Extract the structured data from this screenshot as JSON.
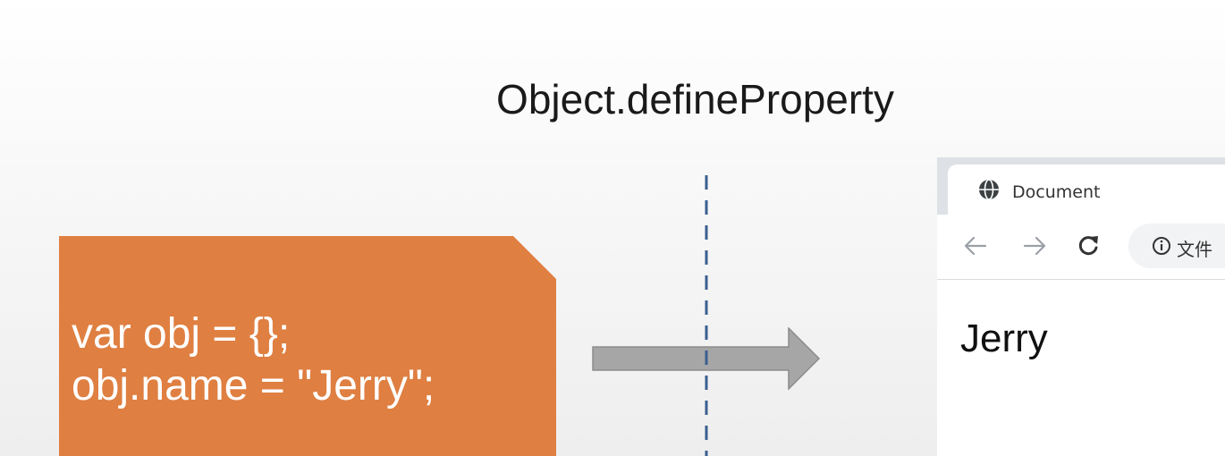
{
  "slide": {
    "title": "Object.defineProperty"
  },
  "code": {
    "lines": [
      "var obj = {};",
      "obj.name = \"Jerry\";"
    ]
  },
  "browser": {
    "tab_title": "Document",
    "address_text": "文件",
    "page_text": "Jerry"
  },
  "icons": {
    "tab_favicon": "globe-icon",
    "back": "arrow-left-icon",
    "forward": "arrow-right-icon",
    "reload": "reload-icon",
    "site_info": "info-icon"
  },
  "colors": {
    "code_box": "#df7f41",
    "arrow": "#a6a6a6",
    "divider": "#3a5f8f"
  }
}
